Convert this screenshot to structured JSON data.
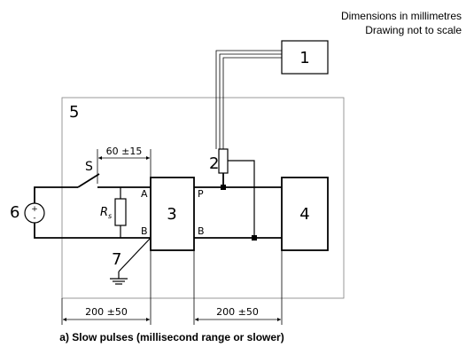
{
  "notes": {
    "dimensions": "Dimensions in millimetres",
    "scale": "Drawing not to scale"
  },
  "labels": {
    "item1": "1",
    "item2": "2",
    "item3": "3",
    "item4": "4",
    "item5": "5",
    "item6": "6",
    "item7": "7",
    "switch": "S",
    "resistor_main": "R",
    "resistor_sub": "s",
    "terminal_a": "A",
    "terminal_b_left": "B",
    "terminal_p": "P",
    "terminal_b_right": "B",
    "battery_plus": "+",
    "battery_minus": "-"
  },
  "dimensions": {
    "switch_span": "60 ±15",
    "left_span": "200 ±50",
    "right_span": "200 ±50"
  },
  "caption": "a) Slow pulses (millisecond range or slower)"
}
